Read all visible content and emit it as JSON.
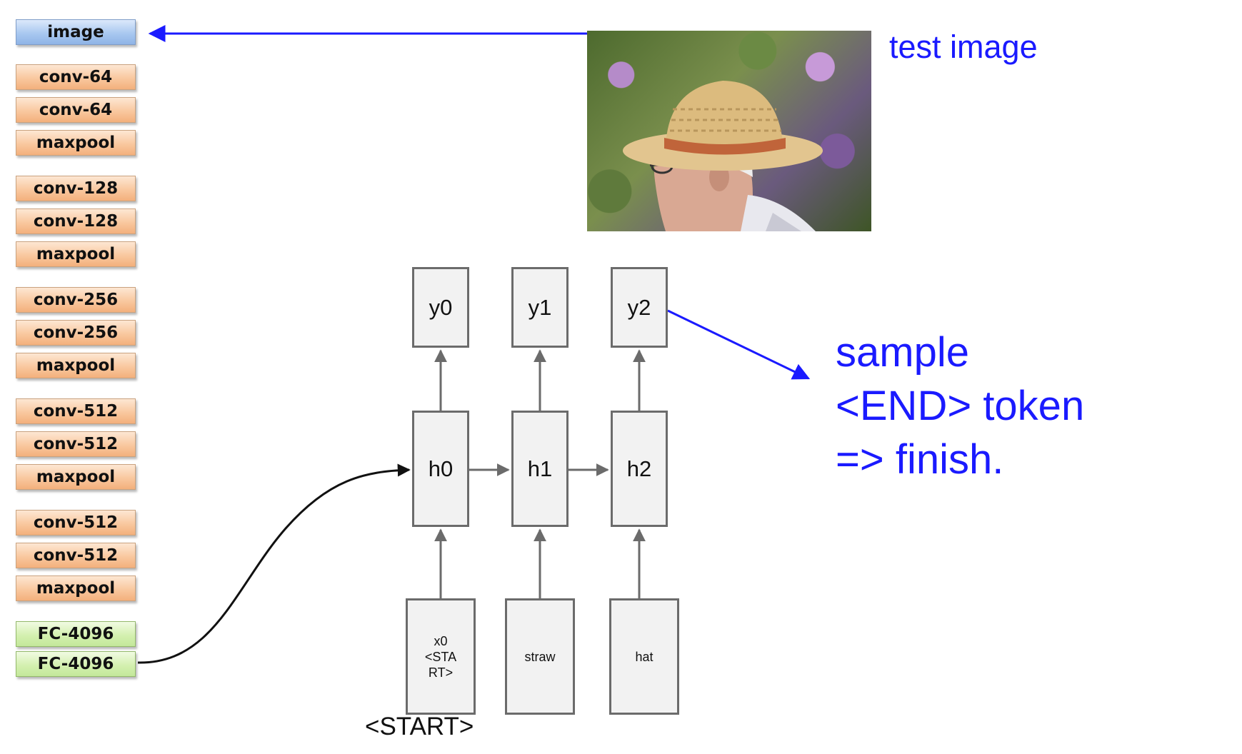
{
  "layers": [
    {
      "label": "image",
      "kind": "image"
    },
    {
      "label": "conv-64",
      "kind": "conv"
    },
    {
      "label": "conv-64",
      "kind": "conv"
    },
    {
      "label": "maxpool",
      "kind": "conv"
    },
    {
      "label": "conv-128",
      "kind": "conv"
    },
    {
      "label": "conv-128",
      "kind": "conv"
    },
    {
      "label": "maxpool",
      "kind": "conv"
    },
    {
      "label": "conv-256",
      "kind": "conv"
    },
    {
      "label": "conv-256",
      "kind": "conv"
    },
    {
      "label": "maxpool",
      "kind": "conv"
    },
    {
      "label": "conv-512",
      "kind": "conv"
    },
    {
      "label": "conv-512",
      "kind": "conv"
    },
    {
      "label": "maxpool",
      "kind": "conv"
    },
    {
      "label": "conv-512",
      "kind": "conv"
    },
    {
      "label": "conv-512",
      "kind": "conv"
    },
    {
      "label": "maxpool",
      "kind": "conv"
    },
    {
      "label": "FC-4096",
      "kind": "fc"
    },
    {
      "label": "FC-4096",
      "kind": "fc"
    }
  ],
  "test_image_label": "test image",
  "rnn": {
    "outputs": [
      "y0",
      "y1",
      "y2"
    ],
    "hidden": [
      "h0",
      "h1",
      "h2"
    ],
    "inputs": [
      "x0\n<STA\nRT>",
      "straw",
      "hat"
    ]
  },
  "start_label": "<START>",
  "sample_text": [
    "sample",
    "<END> token",
    "=> finish."
  ],
  "colors": {
    "annotation_blue": "#1a1aff",
    "arrow_gray": "#6b6b6b",
    "box_fill": "#f2f2f2"
  }
}
